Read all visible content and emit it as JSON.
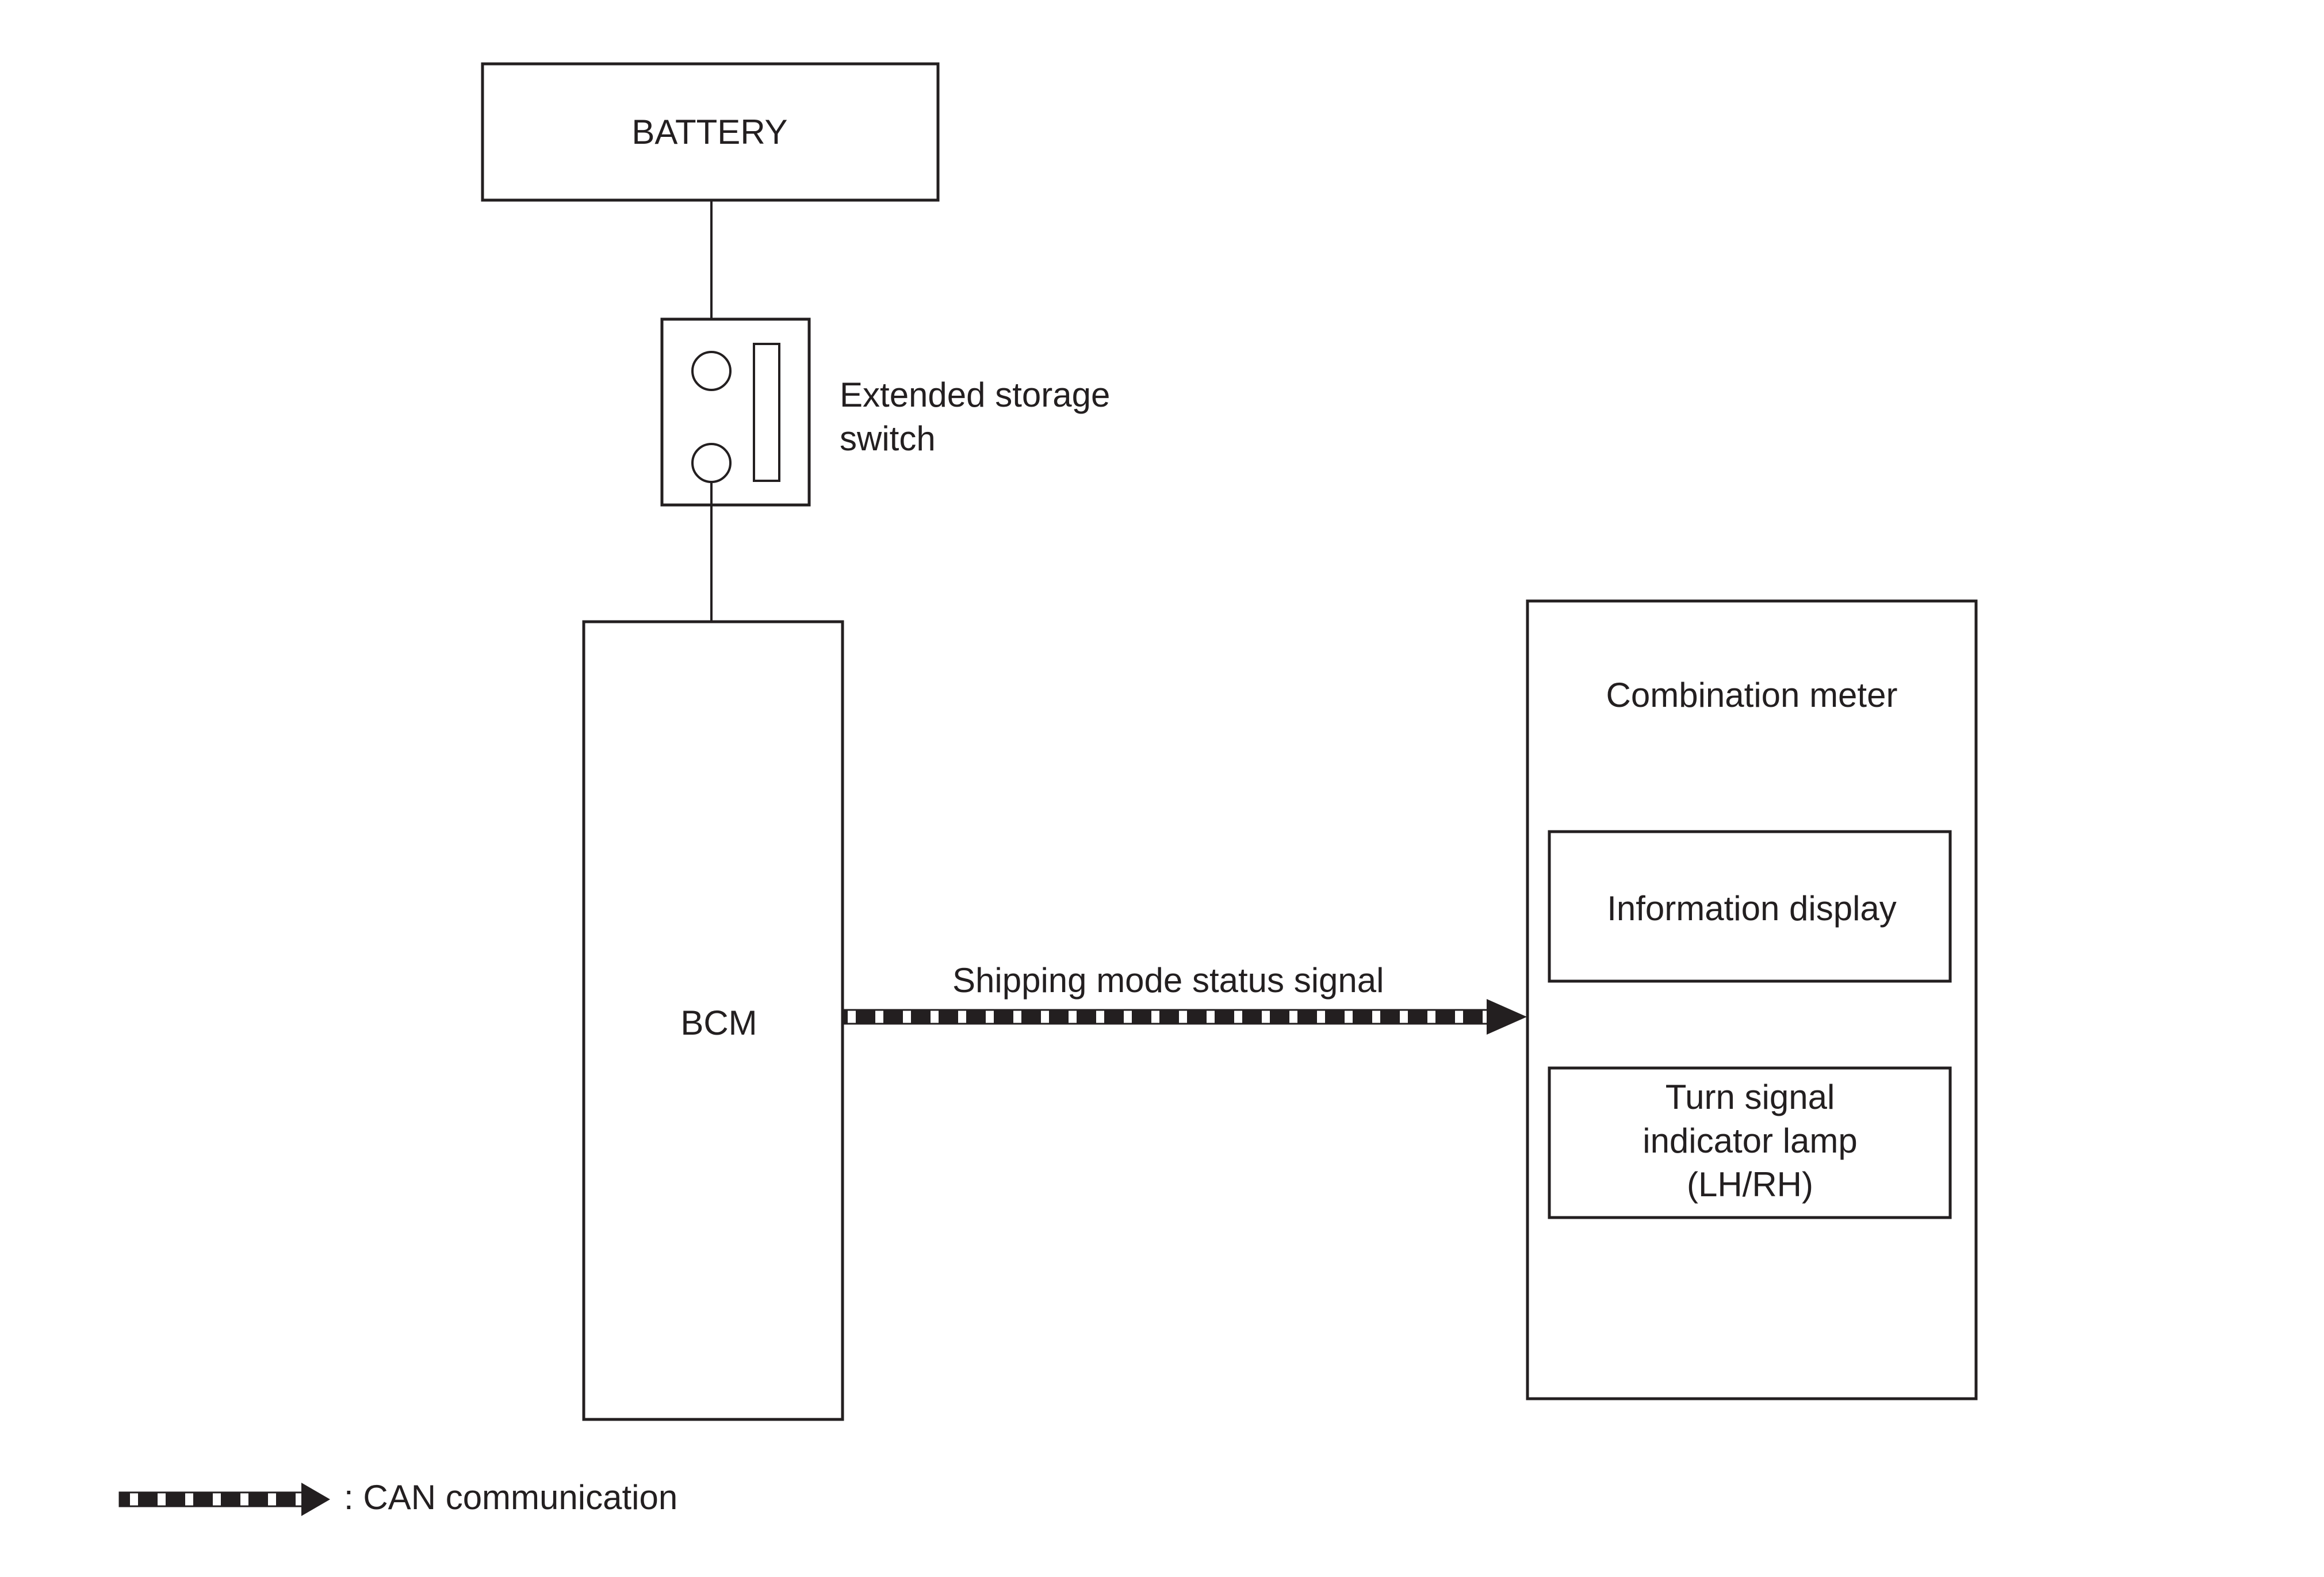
{
  "components": {
    "battery": {
      "label": "BATTERY"
    },
    "switch": {
      "label_line1": "Extended storage",
      "label_line2": "switch"
    },
    "bcm": {
      "label": "BCM"
    },
    "combination_meter": {
      "label": "Combination meter",
      "information_display": {
        "label": "Information display"
      },
      "turn_signal_lamp": {
        "label_line1": "Turn signal",
        "label_line2": "indicator lamp",
        "label_line3": "(LH/RH)"
      }
    }
  },
  "signals": [
    {
      "label": "Shipping mode status signal",
      "type": "CAN communication"
    }
  ],
  "legend": {
    "label": ": CAN communication"
  },
  "colors": {
    "line": "#231f20",
    "background": "#ffffff"
  }
}
